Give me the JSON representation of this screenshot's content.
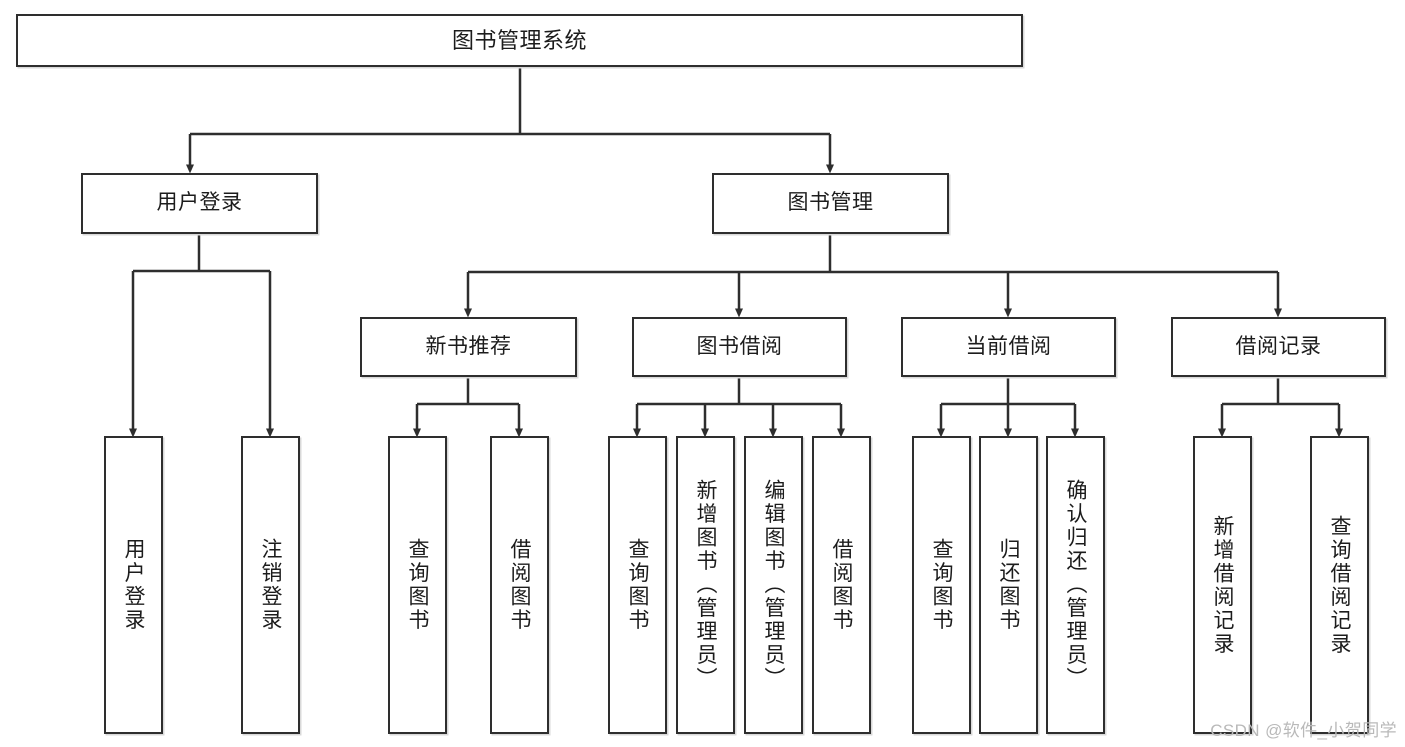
{
  "diagram": {
    "type": "tree-hierarchy",
    "title": "图书管理系统",
    "root": {
      "label": "图书管理系统"
    },
    "level2": [
      {
        "label": "用户登录"
      },
      {
        "label": "图书管理"
      }
    ],
    "level3": [
      {
        "label": "新书推荐"
      },
      {
        "label": "图书借阅"
      },
      {
        "label": "当前借阅"
      },
      {
        "label": "借阅记录"
      }
    ],
    "leaves": {
      "user_login": [
        {
          "label": "用户登录"
        },
        {
          "label": "注销登录"
        }
      ],
      "new_book_recommend": [
        {
          "label": "查询图书"
        },
        {
          "label": "借阅图书"
        }
      ],
      "book_borrow": [
        {
          "label": "查询图书"
        },
        {
          "label": "新增图书（管理员）"
        },
        {
          "label": "编辑图书（管理员）"
        },
        {
          "label": "借阅图书"
        }
      ],
      "current_borrow": [
        {
          "label": "查询图书"
        },
        {
          "label": "归还图书"
        },
        {
          "label": "确认归还（管理员）"
        }
      ],
      "borrow_records": [
        {
          "label": "新增借阅记录"
        },
        {
          "label": "查询借阅记录"
        }
      ]
    }
  },
  "watermark": {
    "text": "CSDN @软件_小贺同学"
  },
  "colors": {
    "border": "#2e2e2e",
    "background": "#ffffff",
    "text": "#1c1c1c",
    "watermark": "#b9b9b9"
  }
}
